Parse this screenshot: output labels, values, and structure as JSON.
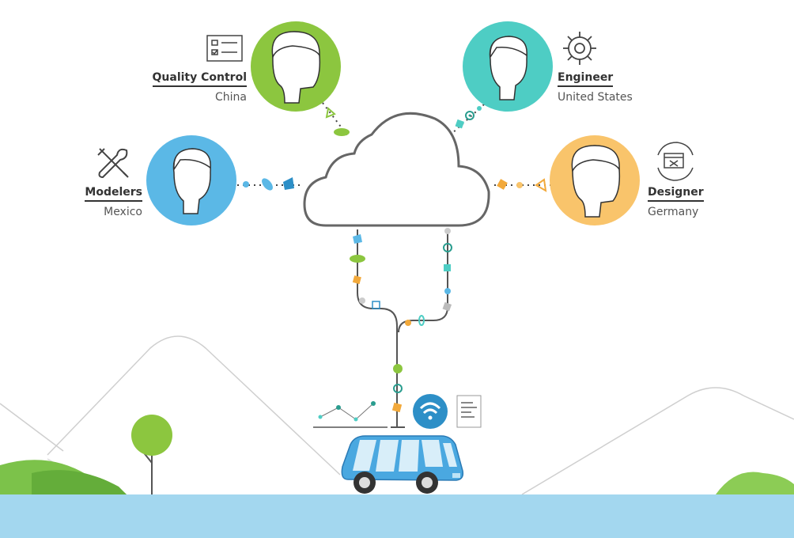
{
  "roles": [
    {
      "title": "Quality Control",
      "location": "China"
    },
    {
      "title": "Engineer",
      "location": "United States"
    },
    {
      "title": "Modelers",
      "location": "Mexico"
    },
    {
      "title": "Designer",
      "location": "Germany"
    }
  ],
  "colors": {
    "quality_control": "#8cc63f",
    "engineer": "#4ecdc4",
    "modelers": "#5bb8e6",
    "designer": "#f9c46b",
    "ground": "#a3d7ef",
    "bus": "#4aa8e0",
    "hills": "#7cc24a",
    "cloud_stroke": "#666666"
  },
  "icons": [
    "checklist-icon",
    "gear-icon",
    "tools-icon",
    "design-window-icon",
    "line-chart-icon",
    "wifi-icon",
    "document-icon"
  ]
}
